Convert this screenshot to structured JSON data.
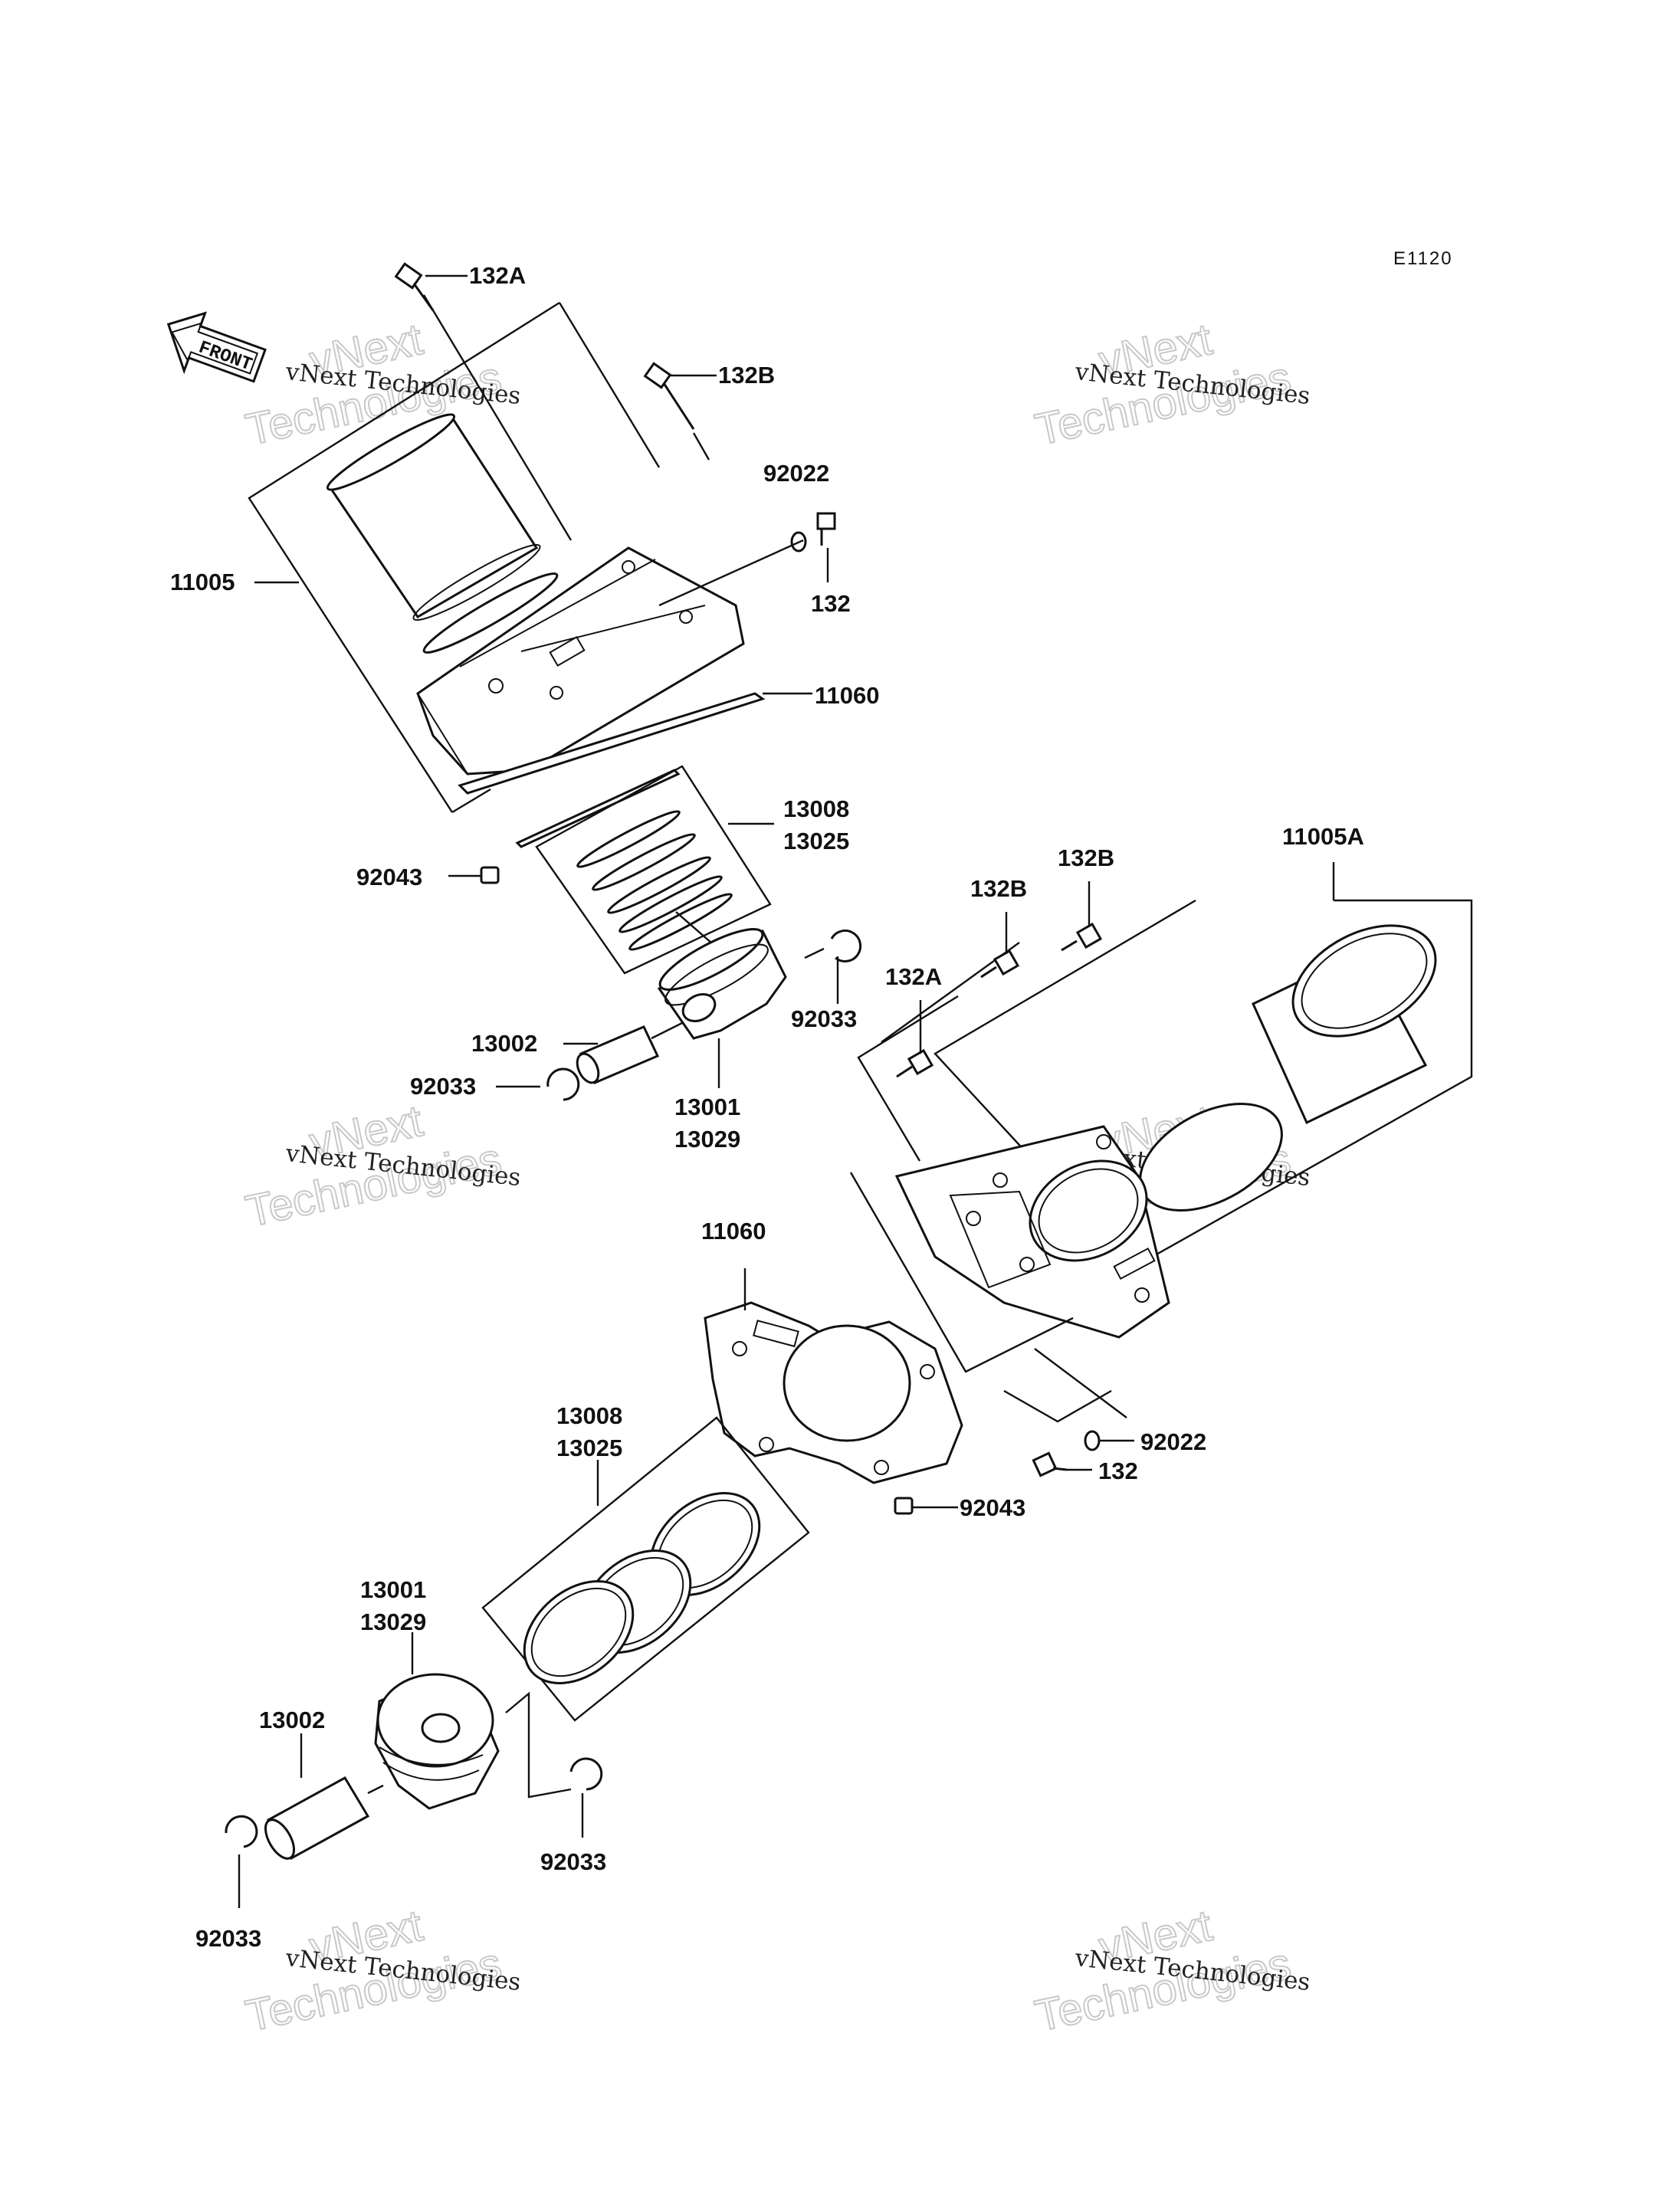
{
  "diagram_code": "E1120",
  "front_label": "FRONT",
  "watermark": {
    "small": "vNext Technologies",
    "big_top": "vNext",
    "big_bottom": "Technologies"
  },
  "labels": {
    "upper": {
      "p132A": "132A",
      "p132B": "132B",
      "p92022": "92022",
      "p132": "132",
      "p11005": "11005",
      "p11060": "11060",
      "p13008": "13008",
      "p13025": "13025",
      "p92043": "92043",
      "p92033a": "92033",
      "p13002": "13002",
      "p92033b": "92033",
      "p13001": "13001",
      "p13029": "13029"
    },
    "lower": {
      "p11005A": "11005A",
      "p132B1": "132B",
      "p132B2": "132B",
      "p132A": "132A",
      "p11060": "11060",
      "p92022": "92022",
      "p132": "132",
      "p92043": "92043",
      "p13008": "13008",
      "p13025": "13025",
      "p13001": "13001",
      "p13029": "13029",
      "p13002": "13002",
      "p92033a": "92033",
      "p92033b": "92033"
    }
  }
}
